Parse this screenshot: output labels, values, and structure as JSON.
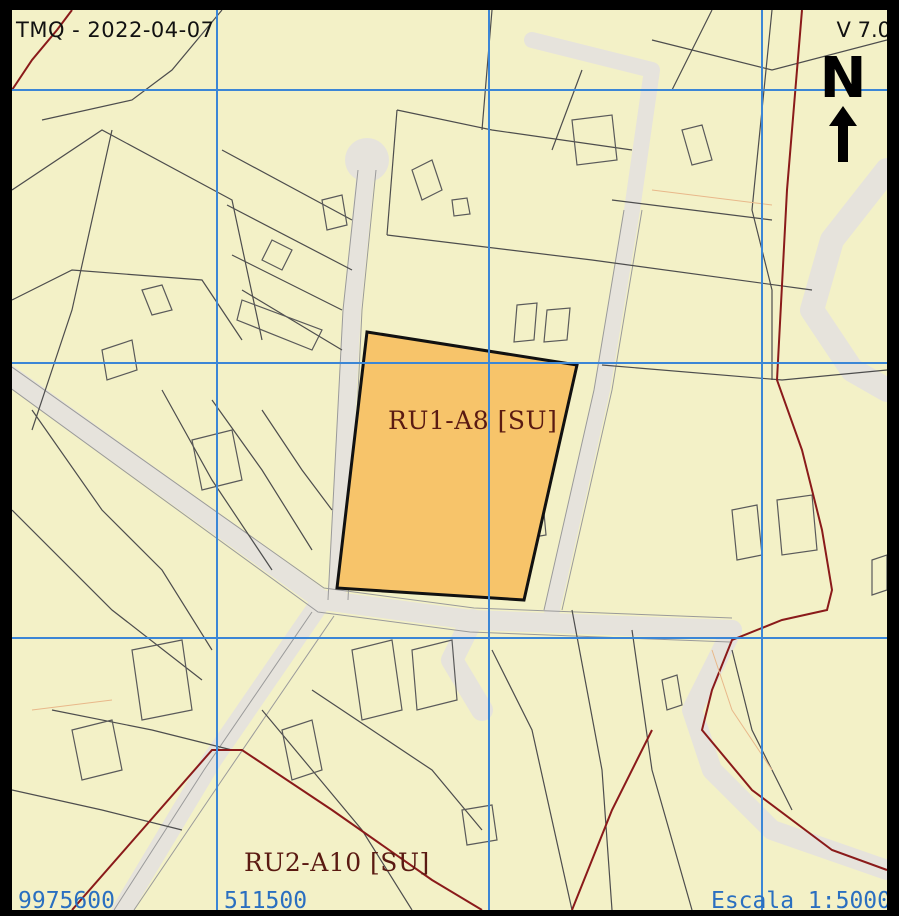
{
  "map": {
    "stamp": "TMQ - 2022-04-07",
    "version": "V 7.0",
    "north_letter": "N",
    "selected_parcel_label": "RU1-A8 [SU]",
    "zone_label": "RU2-A10 [SU]",
    "coord_northing": "9975600",
    "coord_easting": "511500",
    "scale": "Escala 1:5000",
    "colors": {
      "background": "#f3f1c7",
      "grid": "#3b86d6",
      "road": "#e6e3dc",
      "parcel_fill": "#f7c46a",
      "zone_boundary": "#8a1a1a",
      "coord_text": "#2a6fc0"
    },
    "icons": [
      "north-arrow-icon"
    ]
  }
}
